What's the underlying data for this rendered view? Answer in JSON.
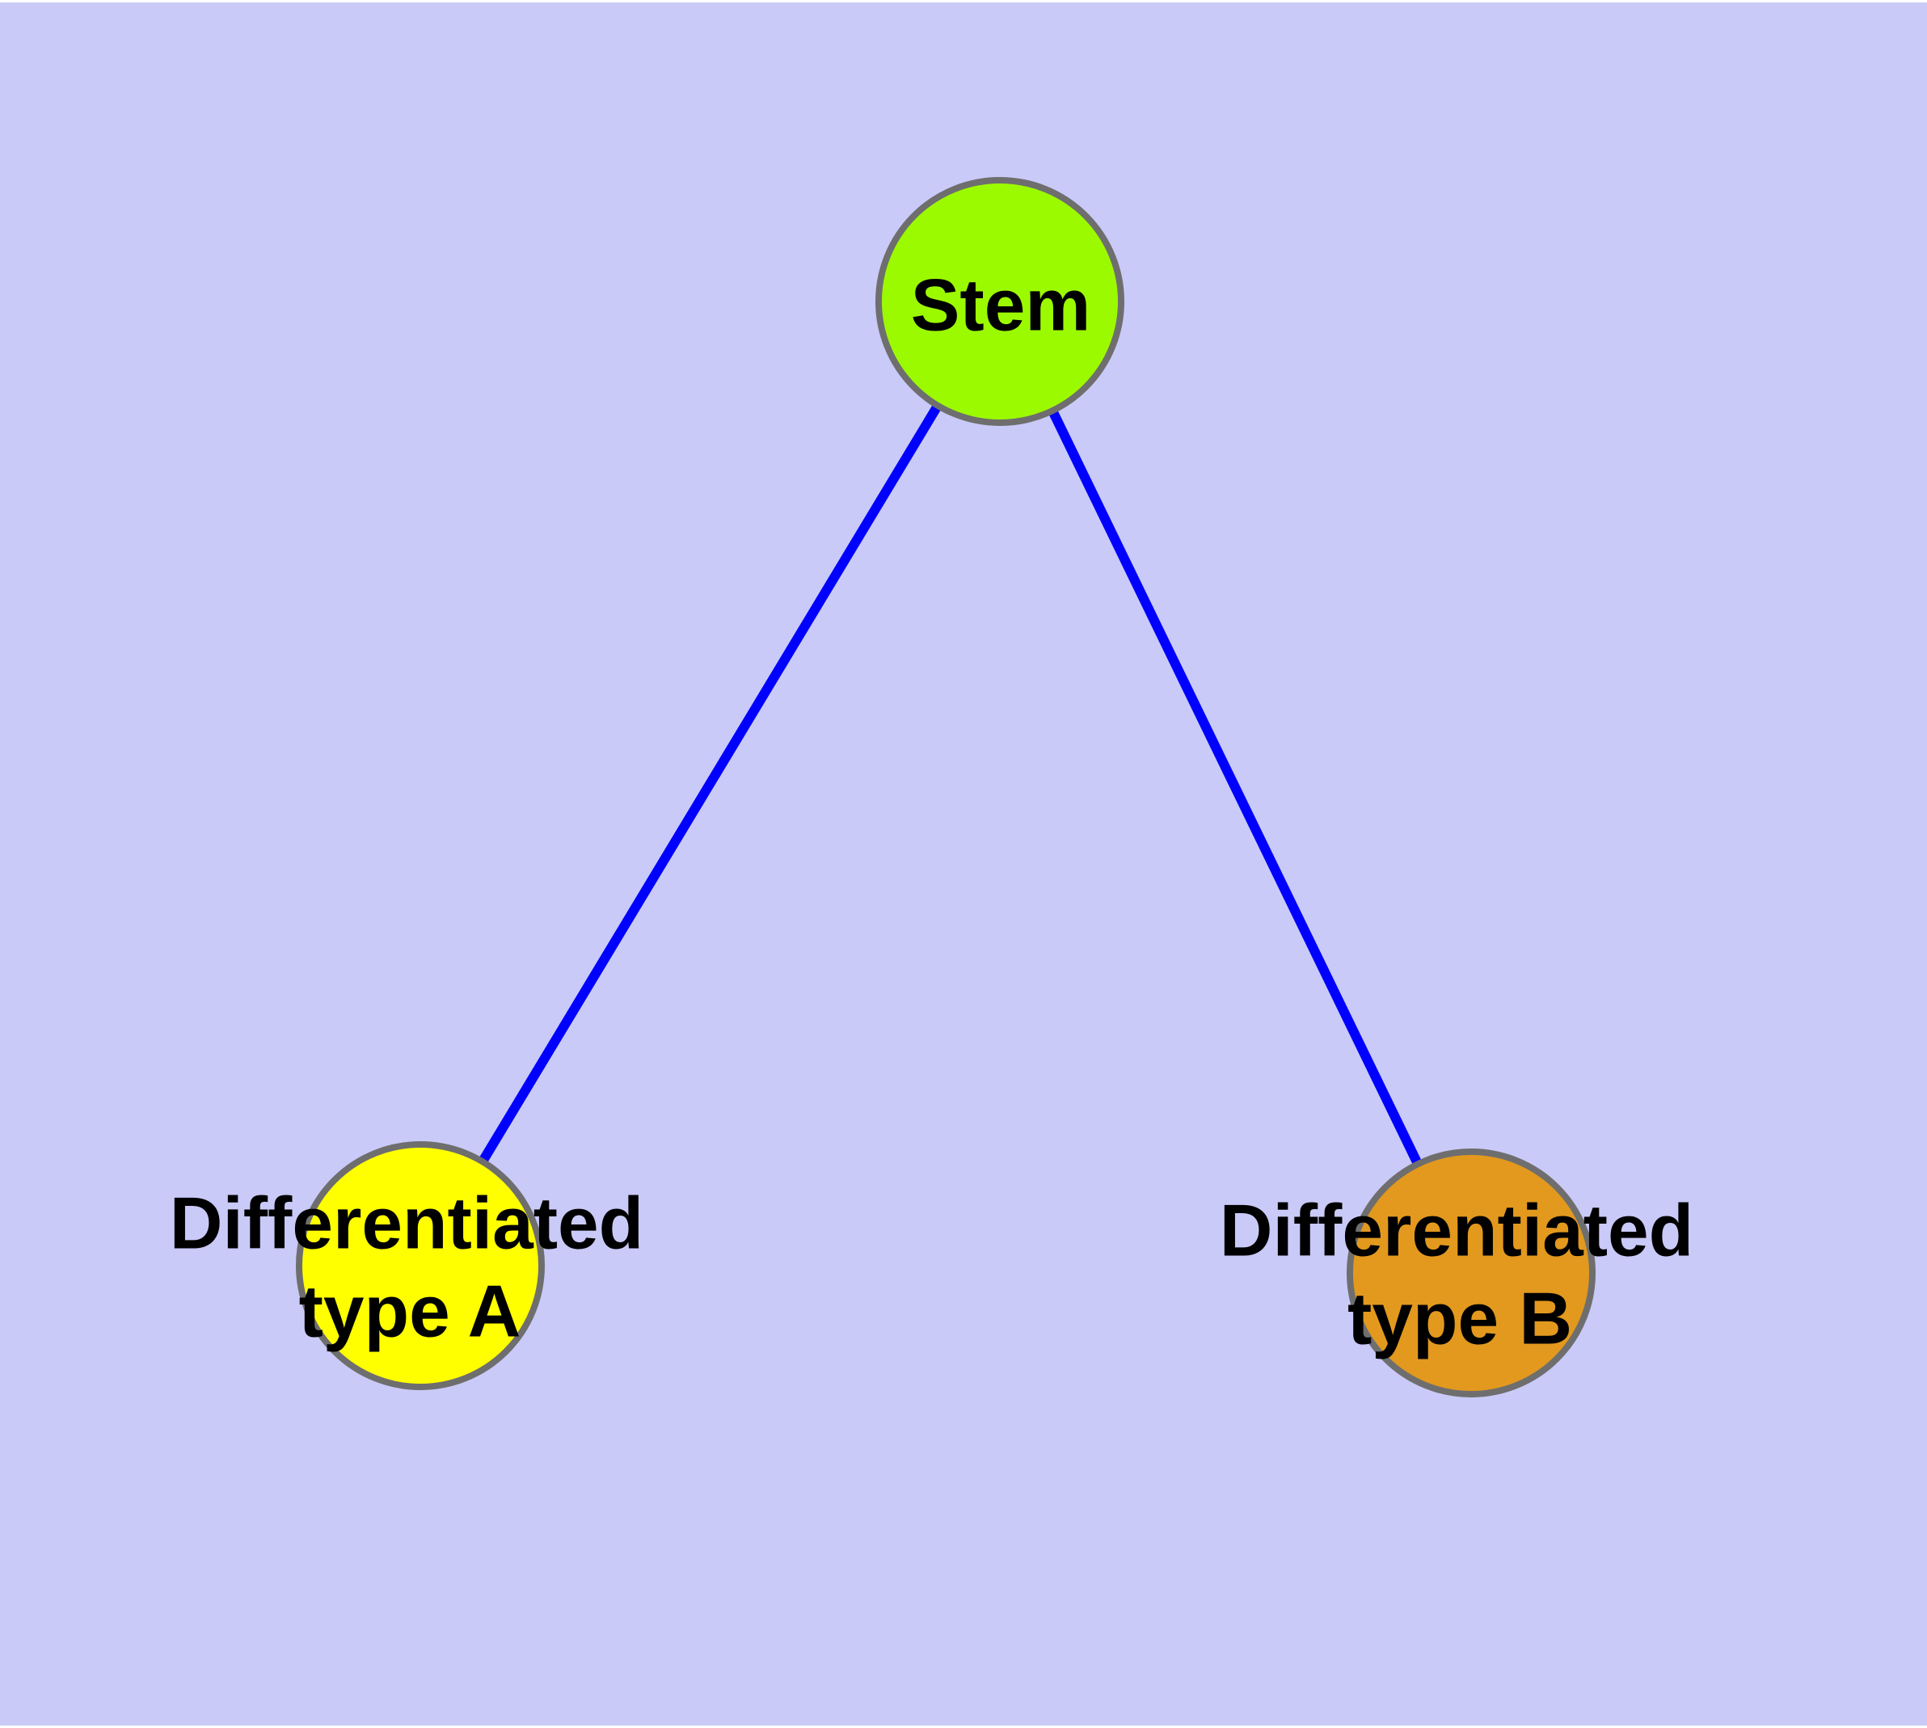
{
  "diagram": {
    "background_color": "#CACAF8",
    "frame_color": "#FFFFFF",
    "edge_color": "#0000FF",
    "node_border_color": "#6E6E6E",
    "text_color": "#000000",
    "nodes": [
      {
        "id": "stem",
        "label": "Stem",
        "label_lines": [
          "Stem"
        ],
        "fill": "#9CFA00"
      },
      {
        "id": "differentiated-type-a",
        "label": "Differentiated type A",
        "label_lines": [
          "Differentiated",
          "type A"
        ],
        "fill": "#FFFF00"
      },
      {
        "id": "differentiated-type-b",
        "label": "Differentiated type B",
        "label_lines": [
          "Differentiated",
          "type B"
        ],
        "fill": "#E2991E"
      }
    ],
    "edges": [
      {
        "from": "stem",
        "to": "differentiated-type-a"
      },
      {
        "from": "stem",
        "to": "differentiated-type-b"
      }
    ]
  }
}
